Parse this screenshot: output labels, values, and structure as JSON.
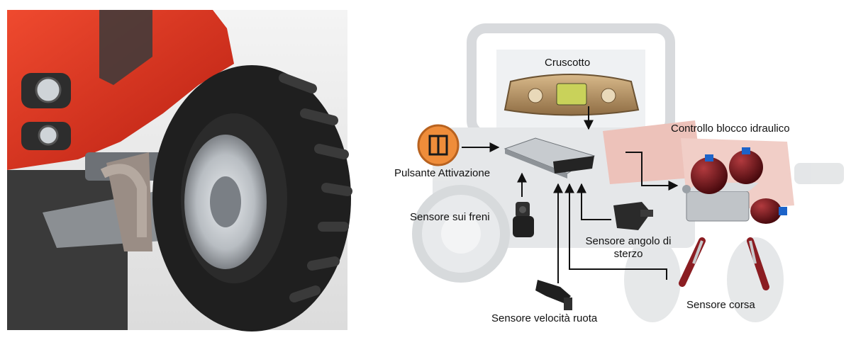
{
  "photo": {
    "subject": "tractor-front-wheel-suspension",
    "colors": {
      "body_red": "#d9301f",
      "tire": "#222222",
      "background": "#e9e9e9"
    }
  },
  "diagram": {
    "colors": {
      "tractor_ghost": "#d7d9dc",
      "tractor_red_ghost": "#e8a79d",
      "arrow": "#111111",
      "accumulator": "#6b1217",
      "accumulator_cap": "#1c63c9"
    },
    "labels": {
      "dashboard": "Cruscotto",
      "activation_button": "Pulsante Attivazione",
      "brake_sensor": "Sensore sui freni",
      "steering_sensor_line1": "Sensore angolo di",
      "steering_sensor_line2": "sterzo",
      "hydraulic_block": "Controllo blocco idraulico",
      "wheel_speed_sensor": "Sensore velocità ruota",
      "stroke_sensor": "Sensore corsa"
    }
  }
}
